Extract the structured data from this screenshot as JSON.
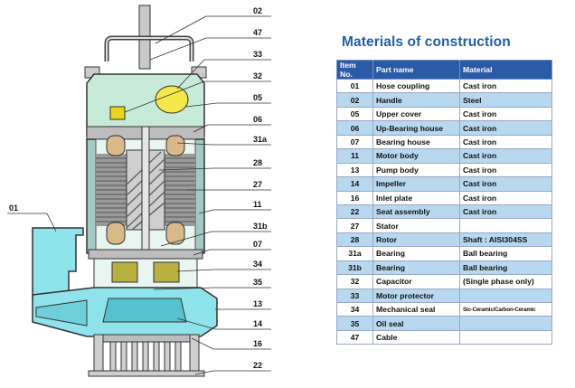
{
  "title": "Materials of construction",
  "table": {
    "headers": {
      "no": "Item No.",
      "name": "Part name",
      "material": "Material"
    },
    "rows": [
      {
        "no": "01",
        "name": "Hose coupling",
        "material": "Cast iron"
      },
      {
        "no": "02",
        "name": "Handle",
        "material": "Steel"
      },
      {
        "no": "05",
        "name": "Upper cover",
        "material": "Cast iron"
      },
      {
        "no": "06",
        "name": "Up-Bearing house",
        "material": "Cast iron"
      },
      {
        "no": "07",
        "name": "Bearing house",
        "material": "Cast iron"
      },
      {
        "no": "11",
        "name": "Motor body",
        "material": "Cast iron"
      },
      {
        "no": "13",
        "name": "Pump body",
        "material": "Cast iron"
      },
      {
        "no": "14",
        "name": "Impeller",
        "material": "Cast iron"
      },
      {
        "no": "16",
        "name": "Inlet plate",
        "material": "Cast iron"
      },
      {
        "no": "22",
        "name": "Seat assembly",
        "material": "Cast iron"
      },
      {
        "no": "27",
        "name": "Stator",
        "material": ""
      },
      {
        "no": "28",
        "name": "Rotor",
        "material": "Shaft : AISI304SS"
      },
      {
        "no": "31a",
        "name": "Bearing",
        "material": "Ball bearing"
      },
      {
        "no": "31b",
        "name": "Bearing",
        "material": "Ball bearing"
      },
      {
        "no": "32",
        "name": "Capacitor",
        "material": "(Single phase only)"
      },
      {
        "no": "33",
        "name": "Motor protector",
        "material": ""
      },
      {
        "no": "34",
        "name": "Mechanical seal",
        "material": "Sic-Ceramic/Carbon-Ceramic"
      },
      {
        "no": "35",
        "name": "Oil seal",
        "material": ""
      },
      {
        "no": "47",
        "name": "Cable",
        "material": ""
      }
    ]
  },
  "diagram": {
    "callouts": [
      "02",
      "47",
      "33",
      "32",
      "05",
      "06",
      "31a",
      "28",
      "27",
      "11",
      "31b",
      "07",
      "34",
      "35",
      "13",
      "14",
      "16",
      "22",
      "01"
    ]
  },
  "colors": {
    "title": "#1f5fa8",
    "header_bg": "#2a5aa8",
    "row_alt": "#b8d8f0",
    "pump_cyan": "#8fe3ea",
    "chamber_green": "#c8ead8",
    "winding_tan": "#d9b98a",
    "seal_olive": "#b8b040"
  }
}
